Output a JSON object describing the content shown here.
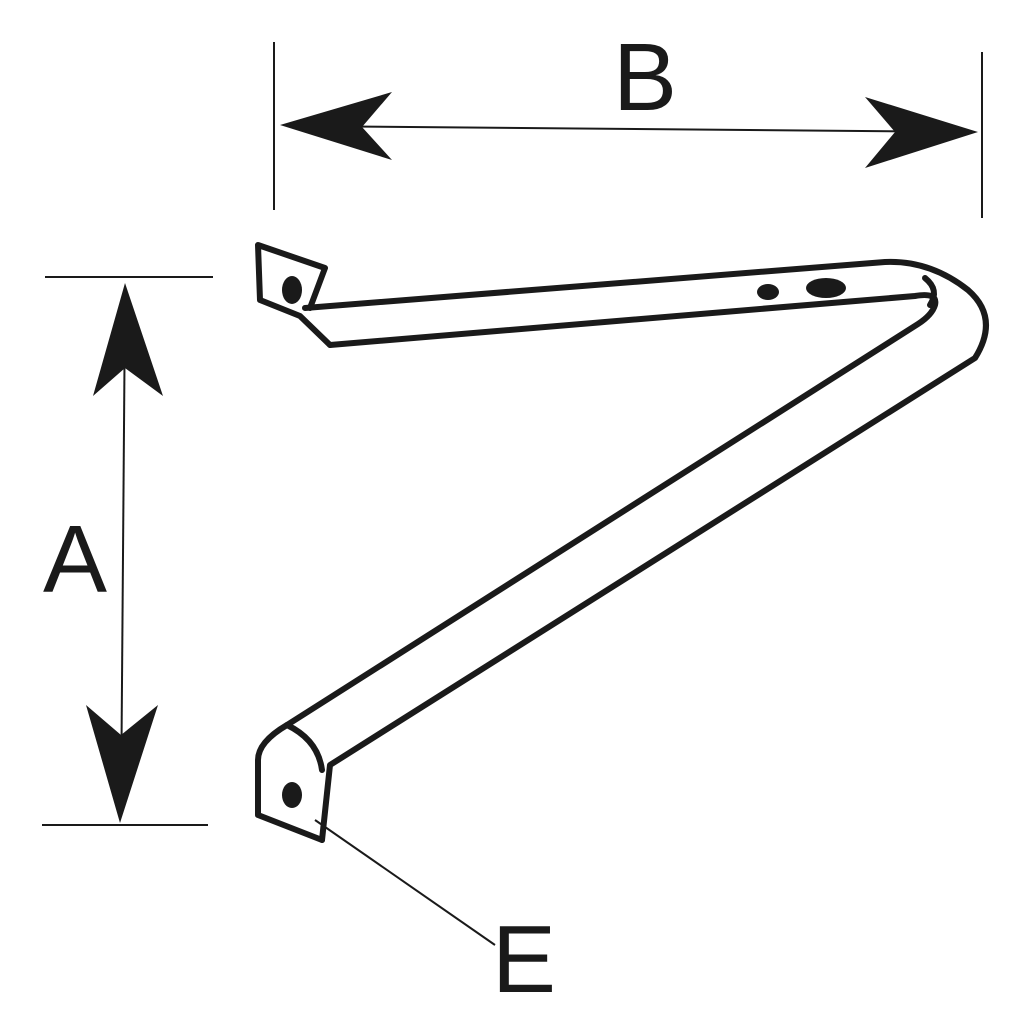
{
  "diagram": {
    "labels": {
      "a": "A",
      "b": "B",
      "e": "E"
    },
    "colors": {
      "line": "#1a1a1a",
      "background": "#ffffff"
    }
  }
}
